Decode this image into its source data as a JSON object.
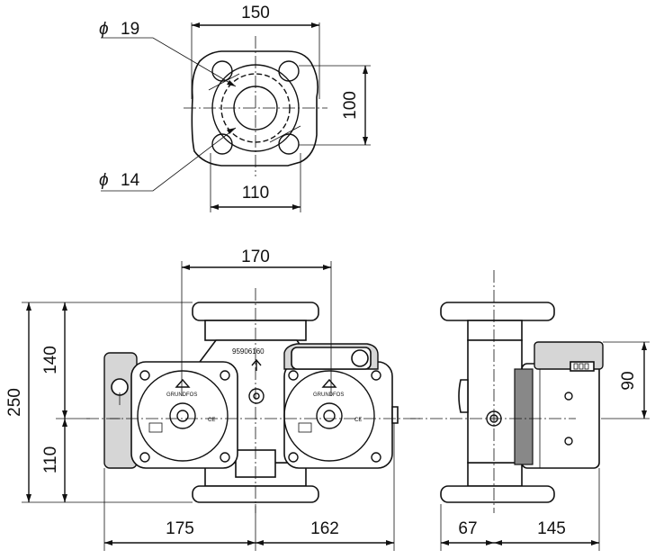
{
  "dimensions": {
    "flange_width": "150",
    "bolt_spacing_vertical": "100",
    "bolt_spacing_horizontal": "110",
    "hole_large": "19",
    "hole_small": "14",
    "diameter_symbol": "ϕ",
    "port_to_port": "170",
    "total_height": "250",
    "upper_height": "140",
    "lower_height": "110",
    "left_width": "175",
    "right_width": "162",
    "side_left": "67",
    "side_right": "145",
    "box_height": "90"
  },
  "labels": {
    "part_number": "95906160",
    "ce_mark": "CE"
  }
}
